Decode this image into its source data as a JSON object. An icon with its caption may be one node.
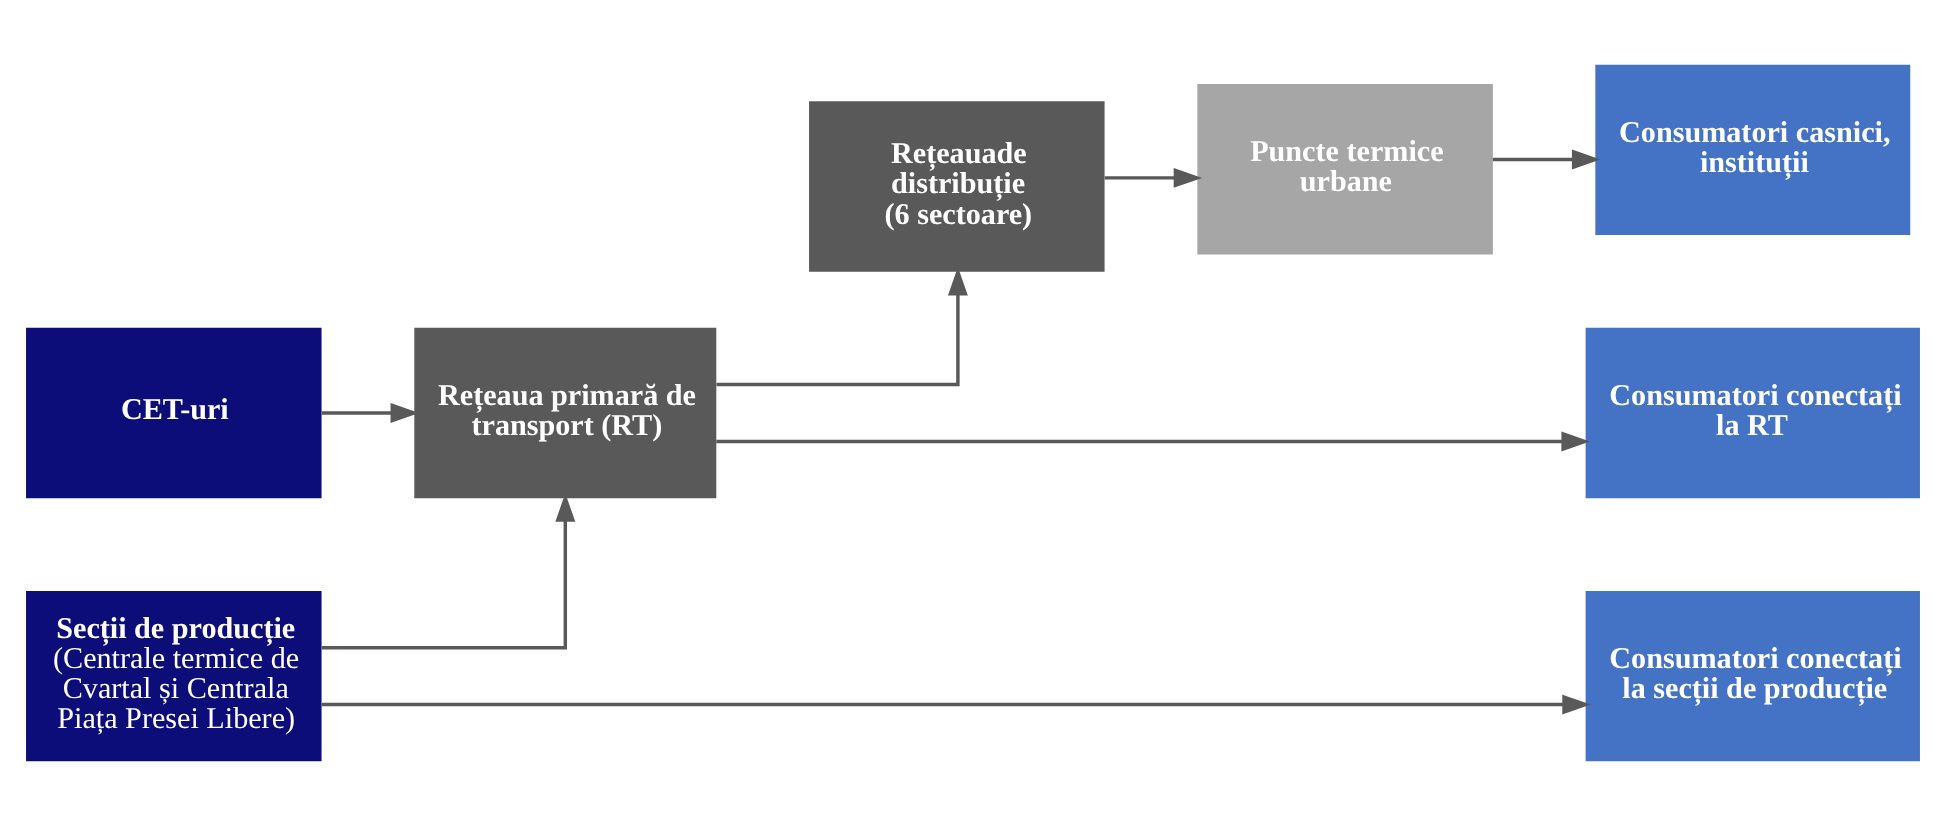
{
  "diagram": {
    "nodes": [
      {
        "text": [
          "CET-uri"
        ]
      },
      {
        "text": [
          "Secții de producție",
          "(Centrale termice de Cvartal și Centrala Piața Presei Libere)"
        ]
      },
      {
        "text": [
          "Rețeaua primară de transport (RT)"
        ]
      },
      {
        "text": [
          "Rețeauade distribuție (6 sectoare)"
        ]
      },
      {
        "text": [
          "Puncte termice urbane"
        ]
      },
      {
        "text": [
          "Consumatori conectați la RT"
        ]
      },
      {
        "text": [
          "Consumatori casnici, instituții"
        ]
      },
      {
        "text": [
          "Consumatori conectați la secții de producție"
        ]
      }
    ],
    "edges": [
      {
        "from": 0,
        "to": 2,
        "arrow": "to"
      },
      {
        "from": 1,
        "to": 2,
        "arrow": "to"
      },
      {
        "from": 2,
        "to": 5,
        "arrow": "to"
      },
      {
        "from": 2,
        "to": 3,
        "arrow": "to"
      },
      {
        "from": 3,
        "to": 4,
        "arrow": "to"
      },
      {
        "from": 4,
        "to": 6,
        "arrow": "to"
      },
      {
        "from": 1,
        "to": 7,
        "arrow": "to"
      }
    ]
  }
}
